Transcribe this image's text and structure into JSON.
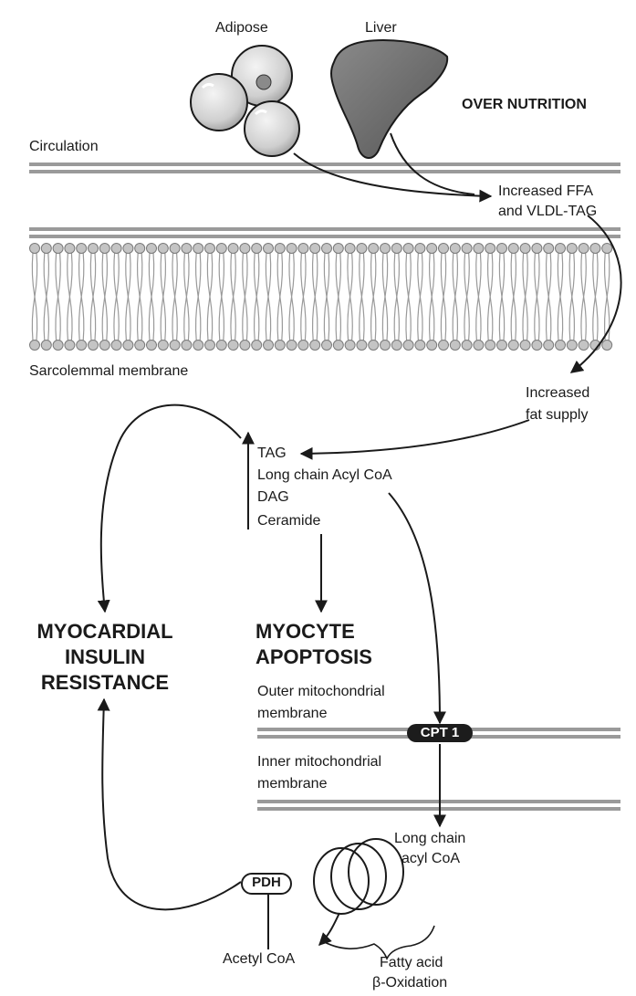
{
  "organs": {
    "adipose_label": "Adipose",
    "liver_label": "Liver"
  },
  "over_nutrition": "OVER NUTRITION",
  "circulation_label": "Circulation",
  "ffa": {
    "line1": "Increased FFA",
    "line2": "and VLDL-TAG"
  },
  "sarcolemma_label": "Sarcolemmal membrane",
  "fat_supply": {
    "line1": "Increased",
    "line2": "fat supply"
  },
  "lipids": [
    "TAG",
    "Long chain Acyl CoA",
    "DAG",
    "Ceramide"
  ],
  "insulin_resistance": [
    "MYOCARDIAL",
    "INSULIN",
    "RESISTANCE"
  ],
  "apoptosis": [
    "MYOCYTE",
    "APOPTOSIS"
  ],
  "outer_membrane": {
    "line1": "Outer mitochondrial",
    "line2": "membrane"
  },
  "cpt1_label": "CPT 1",
  "inner_membrane": {
    "line1": "Inner mitochondrial",
    "line2": "membrane"
  },
  "acyl_coa": {
    "line1": "Long chain",
    "line2": "acyl CoA"
  },
  "pdh_label": "PDH",
  "acetyl_coa_label": "Acetyl CoA",
  "beta_oxidation": {
    "line1": "Fatty acid",
    "line2": "β-Oxidation"
  },
  "colors": {
    "membrane_gray": "#9a9a9a",
    "liver": "#6e6e6e",
    "ink": "#1a1a1a"
  }
}
